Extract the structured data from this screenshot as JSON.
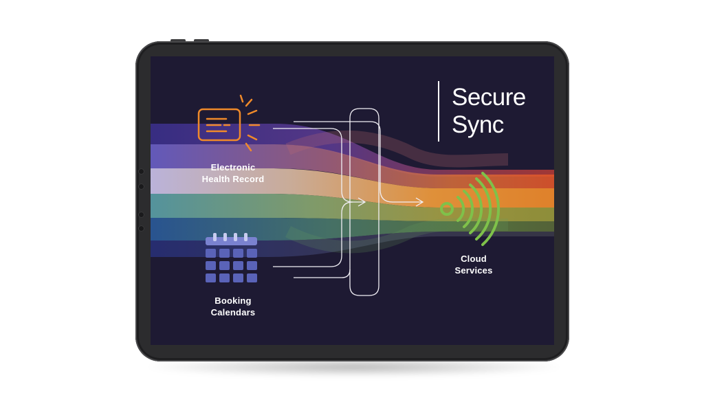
{
  "title_line1": "Secure",
  "title_line2": "Sync",
  "sources": {
    "ehr": {
      "line1": "Electronic",
      "line2": "Health Record",
      "icon": "health-record-card-icon"
    },
    "calendar": {
      "line1": "Booking",
      "line2": "Calendars",
      "icon": "calendar-grid-icon"
    }
  },
  "destination": {
    "line1": "Cloud",
    "line2": "Services",
    "icon": "wireless-signal-icon"
  },
  "colors": {
    "screen_bg": "#1e1a33",
    "accent_orange": "#f08a2a",
    "accent_green": "#7fc14a",
    "calendar_blue": "#5a63b8",
    "device_frame": "#2c2c2e"
  }
}
